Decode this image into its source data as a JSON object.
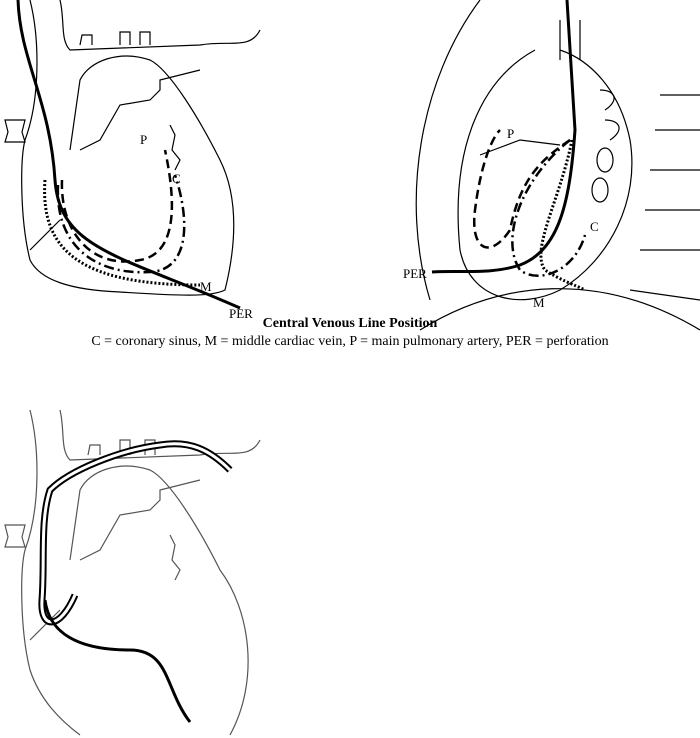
{
  "title": "Central Venous Line Position",
  "legend": "C = coronary sinus, M = middle cardiac vein, P = main pulmonary artery, PER = perforation",
  "frontal_view": {
    "labels": {
      "p": "P",
      "c": "C",
      "m": "M",
      "per": "PER"
    }
  },
  "lateral_view": {
    "labels": {
      "p": "P",
      "c": "C",
      "m": "M",
      "per": "PER"
    }
  }
}
